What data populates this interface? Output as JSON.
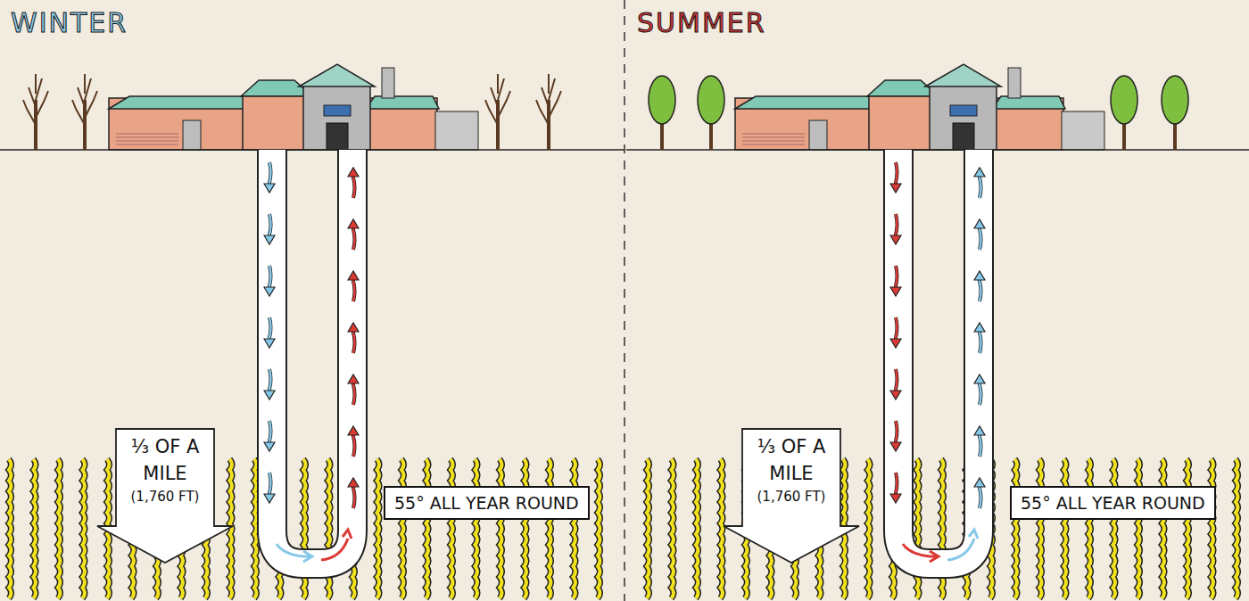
{
  "diagram": {
    "nodes": [
      {
        "text": [
          "⅓ OF A MILE",
          "(1,760 FT)"
        ]
      },
      {
        "text": [
          "55° ALL YEAR ROUND"
        ]
      },
      {
        "text": [
          "⅓ OF A MILE",
          "(1,760 FT)"
        ]
      },
      {
        "text": [
          "55° ALL YEAR ROUND"
        ]
      }
    ],
    "labels": [
      "WINTER",
      "SUMMER"
    ]
  }
}
